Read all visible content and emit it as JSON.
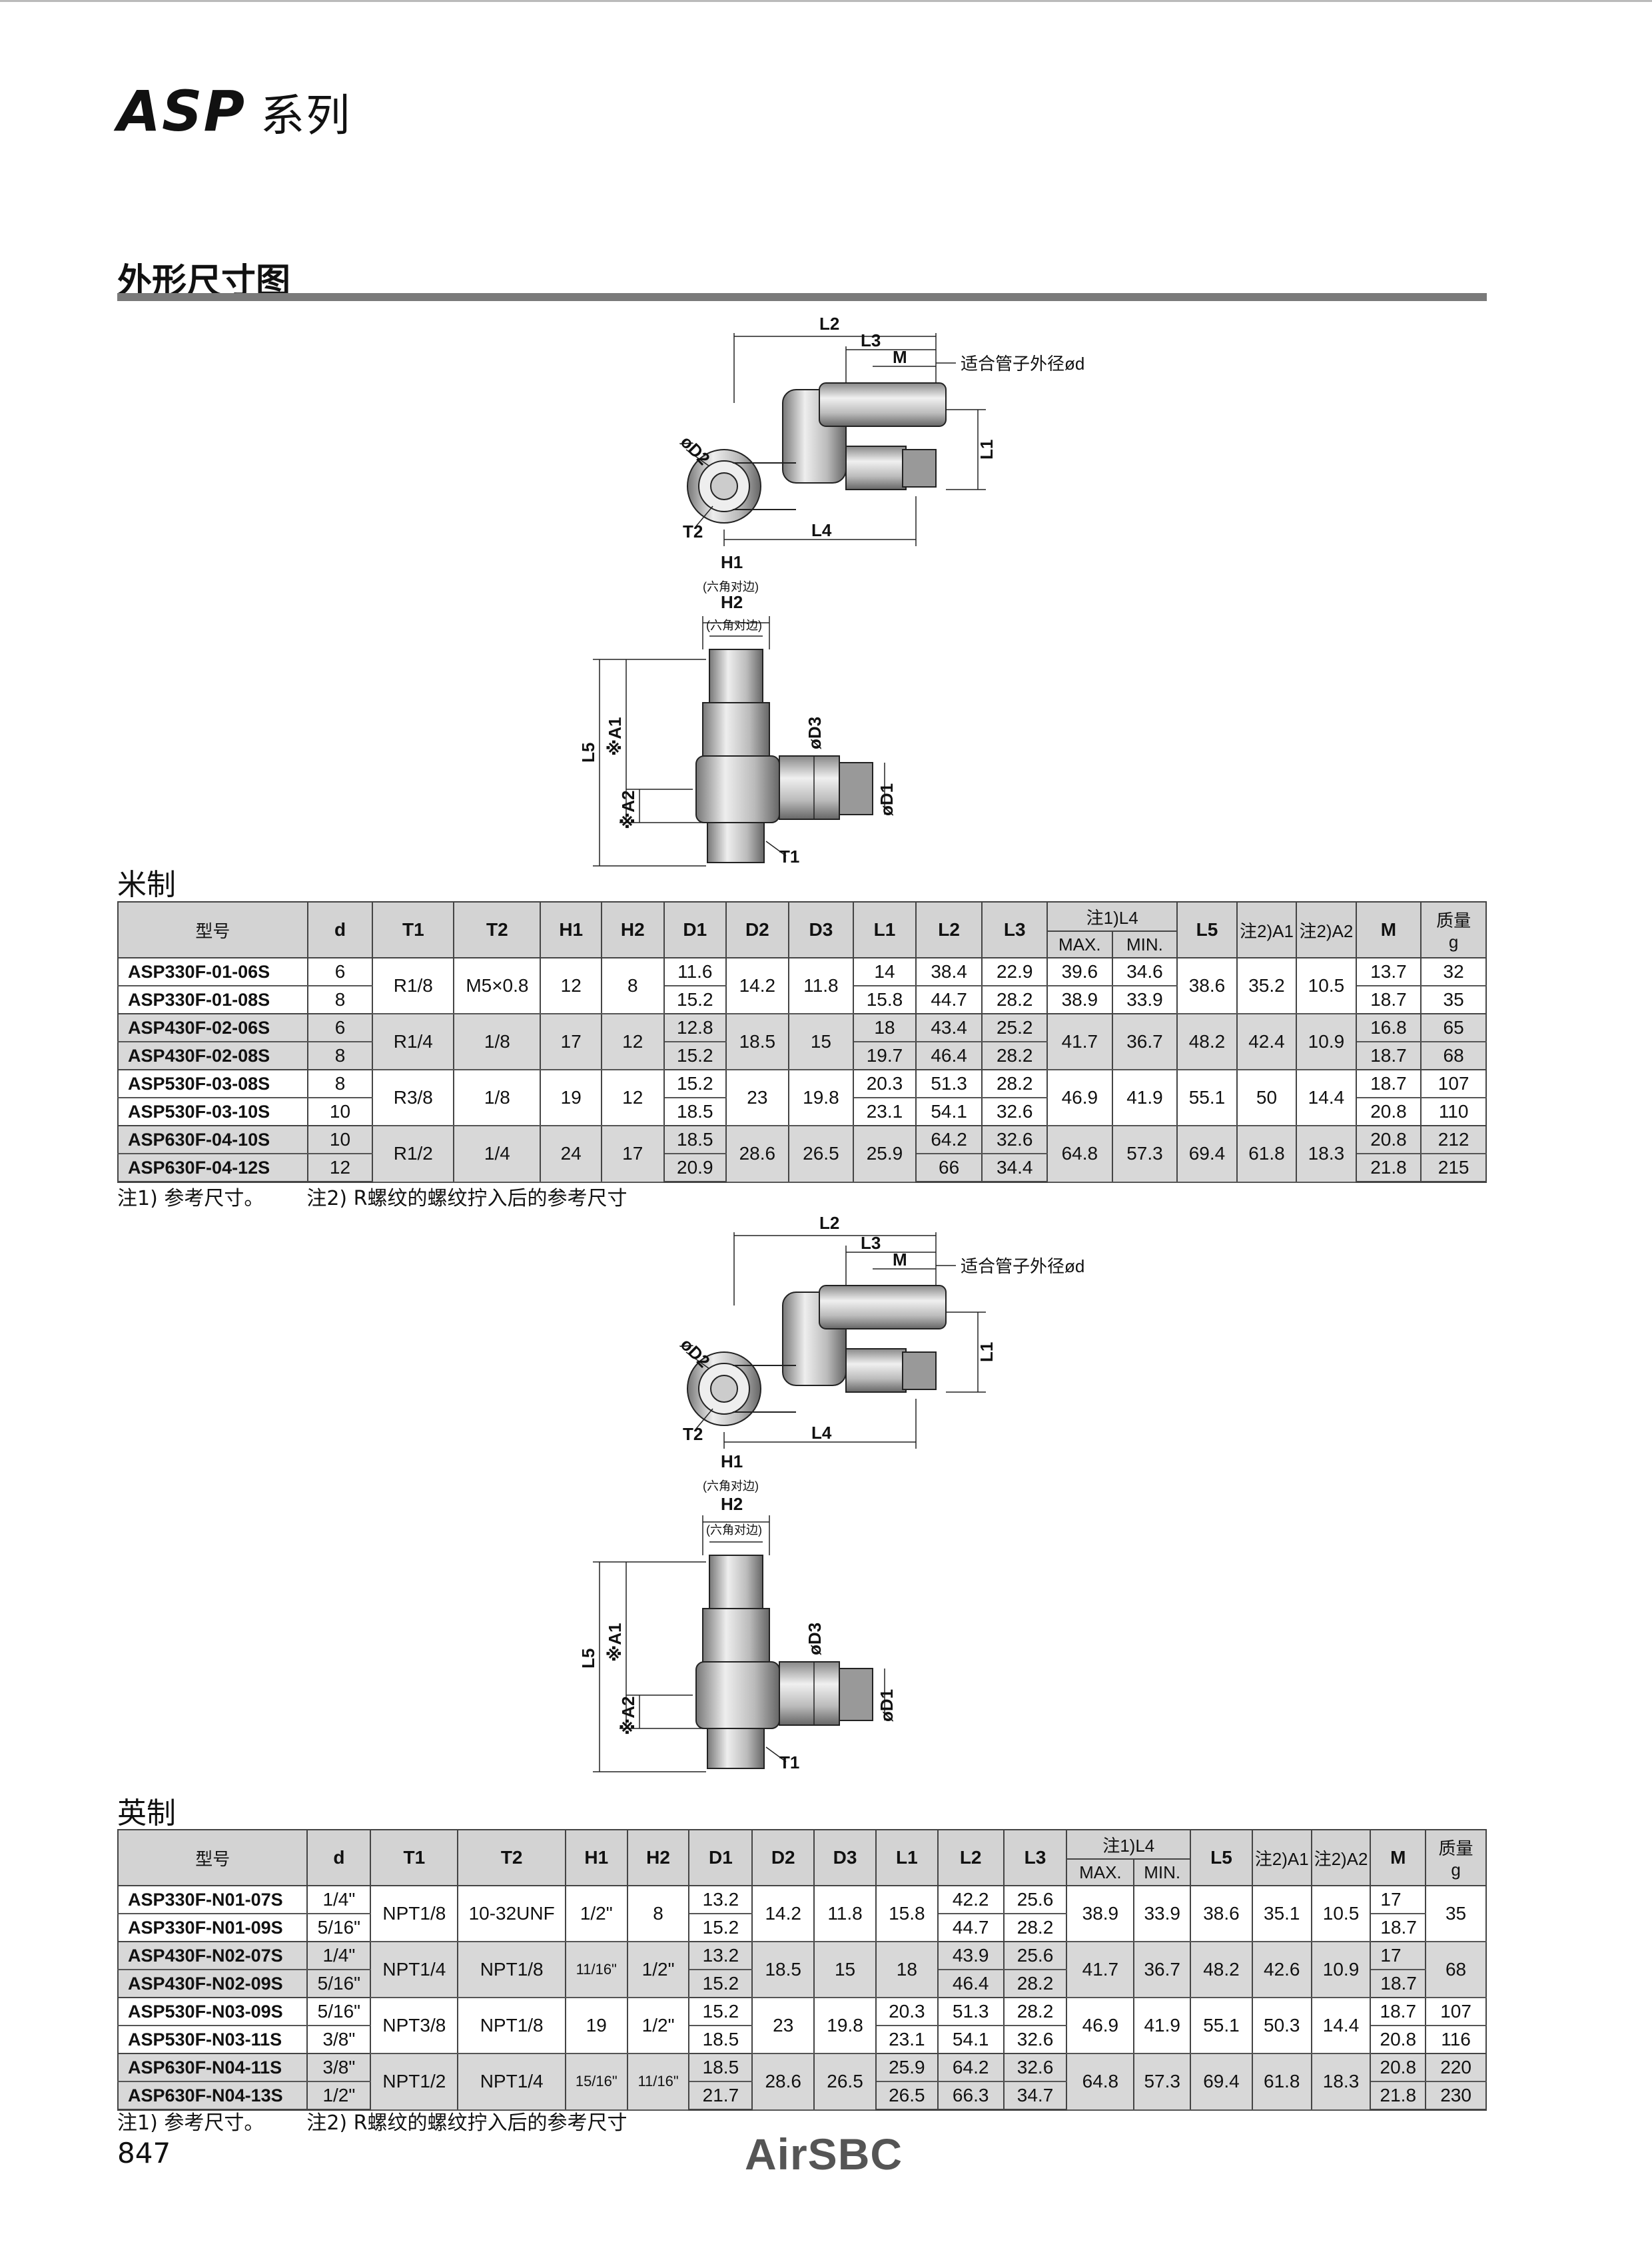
{
  "series_title": "ASP",
  "series_suffix": "系列",
  "section_title": "外形尺寸图",
  "drawing_labels": {
    "L2": "L2",
    "L3": "L3",
    "M": "M",
    "tube": "适合管子外径ød",
    "D2": "øD2",
    "L1": "L1",
    "T2": "T2",
    "L4": "L4",
    "H1": "H1",
    "H2": "H2",
    "hex": "(六角对边)",
    "L5": "L5",
    "A1": "※A1",
    "A2": "※A2",
    "D3": "øD3",
    "D1": "øD1",
    "T1": "T1"
  },
  "headers": {
    "model": "型号",
    "d": "d",
    "T1": "T1",
    "T2": "T2",
    "H1": "H1",
    "H2": "H2",
    "D1": "D1",
    "D2": "D2",
    "D3": "D3",
    "L1": "L1",
    "L2": "L2",
    "L3": "L3",
    "L4": "注1)L4",
    "max": "MAX.",
    "min": "MIN.",
    "L5": "L5",
    "A1": "注2)A1",
    "A2": "注2)A2",
    "M": "M",
    "mass": "质量",
    "mass_unit": "g"
  },
  "metric": {
    "title": "米制",
    "groups": [
      {
        "T1": "R1/8",
        "T2": "M5×0.8",
        "H1": "12",
        "H2": "8",
        "D2": "14.2",
        "D3": "11.8",
        "L4max": "",
        "L4min": "",
        "L5": "38.6",
        "A1": "35.2",
        "A2": "10.5",
        "rows": [
          {
            "model": "ASP330F-01-06S",
            "d": "6",
            "D1": "11.6",
            "L1": "14",
            "L2": "38.4",
            "L3": "22.9",
            "L4max": "39.6",
            "L4min": "34.6",
            "M": "13.7",
            "mass": "32"
          },
          {
            "model": "ASP330F-01-08S",
            "d": "8",
            "D1": "15.2",
            "L1": "15.8",
            "L2": "44.7",
            "L3": "28.2",
            "L4max": "38.9",
            "L4min": "33.9",
            "M": "18.7",
            "mass": "35"
          }
        ]
      },
      {
        "T1": "R1/4",
        "T2": "1/8",
        "H1": "17",
        "H2": "12",
        "D2": "18.5",
        "D3": "15",
        "L4max": "41.7",
        "L4min": "36.7",
        "L5": "48.2",
        "A1": "42.4",
        "A2": "10.9",
        "rows": [
          {
            "model": "ASP430F-02-06S",
            "d": "6",
            "D1": "12.8",
            "L1": "18",
            "L2": "43.4",
            "L3": "25.2",
            "M": "16.8",
            "mass": "65"
          },
          {
            "model": "ASP430F-02-08S",
            "d": "8",
            "D1": "15.2",
            "L1": "19.7",
            "L2": "46.4",
            "L3": "28.2",
            "M": "18.7",
            "mass": "68"
          }
        ]
      },
      {
        "T1": "R3/8",
        "T2": "1/8",
        "H1": "19",
        "H2": "12",
        "D2": "23",
        "D3": "19.8",
        "L4max": "46.9",
        "L4min": "41.9",
        "L5": "55.1",
        "A1": "50",
        "A2": "14.4",
        "rows": [
          {
            "model": "ASP530F-03-08S",
            "d": "8",
            "D1": "15.2",
            "L1": "20.3",
            "L2": "51.3",
            "L3": "28.2",
            "M": "18.7",
            "mass": "107"
          },
          {
            "model": "ASP530F-03-10S",
            "d": "10",
            "D1": "18.5",
            "L1": "23.1",
            "L2": "54.1",
            "L3": "32.6",
            "M": "20.8",
            "mass": "110"
          }
        ]
      },
      {
        "T1": "R1/2",
        "T2": "1/4",
        "H1": "24",
        "H2": "17",
        "D2": "28.6",
        "D3": "26.5",
        "L1": "25.9",
        "L4max": "64.8",
        "L4min": "57.3",
        "L5": "69.4",
        "A1": "61.8",
        "A2": "18.3",
        "rows": [
          {
            "model": "ASP630F-04-10S",
            "d": "10",
            "D1": "18.5",
            "L2": "64.2",
            "L3": "32.6",
            "M": "20.8",
            "mass": "212"
          },
          {
            "model": "ASP630F-04-12S",
            "d": "12",
            "D1": "20.9",
            "L2": "66",
            "L3": "34.4",
            "M": "21.8",
            "mass": "215"
          }
        ]
      }
    ]
  },
  "imperial": {
    "title": "英制",
    "groups": [
      {
        "T1": "NPT1/8",
        "T2": "10-32UNF",
        "H1": "1/2\"",
        "H2": "8",
        "D2": "14.2",
        "D3": "11.8",
        "L1": "15.8",
        "L4max": "38.9",
        "L4min": "33.9",
        "L5": "38.6",
        "A1": "35.1",
        "A2": "10.5",
        "mass": "35",
        "rows": [
          {
            "model": "ASP330F-N01-07S",
            "d": "1/4\"",
            "D1": "13.2",
            "L2": "42.2",
            "L3": "25.6",
            "M": "17"
          },
          {
            "model": "ASP330F-N01-09S",
            "d": "5/16\"",
            "D1": "15.2",
            "L2": "44.7",
            "L3": "28.2",
            "M": "18.7"
          }
        ]
      },
      {
        "T1": "NPT1/4",
        "T2": "NPT1/8",
        "H1": "11/16\"",
        "H2": "1/2\"",
        "D2": "18.5",
        "D3": "15",
        "L1": "18",
        "L4max": "41.7",
        "L4min": "36.7",
        "L5": "48.2",
        "A1": "42.6",
        "A2": "10.9",
        "mass": "68",
        "rows": [
          {
            "model": "ASP430F-N02-07S",
            "d": "1/4\"",
            "D1": "13.2",
            "L2": "43.9",
            "L3": "25.6",
            "M": "17"
          },
          {
            "model": "ASP430F-N02-09S",
            "d": "5/16\"",
            "D1": "15.2",
            "L2": "46.4",
            "L3": "28.2",
            "M": "18.7"
          }
        ]
      },
      {
        "T1": "NPT3/8",
        "T2": "NPT1/8",
        "H1": "19",
        "H2": "1/2\"",
        "D2": "23",
        "D3": "19.8",
        "L4max": "46.9",
        "L4min": "41.9",
        "L5": "55.1",
        "A1": "50.3",
        "A2": "14.4",
        "rows": [
          {
            "model": "ASP530F-N03-09S",
            "d": "5/16\"",
            "D1": "15.2",
            "L1": "20.3",
            "L2": "51.3",
            "L3": "28.2",
            "M": "18.7",
            "mass": "107"
          },
          {
            "model": "ASP530F-N03-11S",
            "d": "3/8\"",
            "D1": "18.5",
            "L1": "23.1",
            "L2": "54.1",
            "L3": "32.6",
            "M": "20.8",
            "mass": "116"
          }
        ]
      },
      {
        "T1": "NPT1/2",
        "T2": "NPT1/4",
        "H1": "15/16\"",
        "H2": "11/16\"",
        "D2": "28.6",
        "D3": "26.5",
        "L4max": "64.8",
        "L4min": "57.3",
        "L5": "69.4",
        "A1": "61.8",
        "A2": "18.3",
        "rows": [
          {
            "model": "ASP630F-N04-11S",
            "d": "3/8\"",
            "D1": "18.5",
            "L1": "25.9",
            "L2": "64.2",
            "L3": "32.6",
            "M": "20.8",
            "mass": "220"
          },
          {
            "model": "ASP630F-N04-13S",
            "d": "1/2\"",
            "D1": "21.7",
            "L1": "26.5",
            "L2": "66.3",
            "L3": "34.7",
            "M": "21.8",
            "mass": "230"
          }
        ]
      }
    ]
  },
  "notes": {
    "n1": "注1) 参考尺寸。",
    "n2": "注2) R螺纹的螺纹拧入后的参考尺寸"
  },
  "page_number": "847",
  "brand": "AirSBC"
}
